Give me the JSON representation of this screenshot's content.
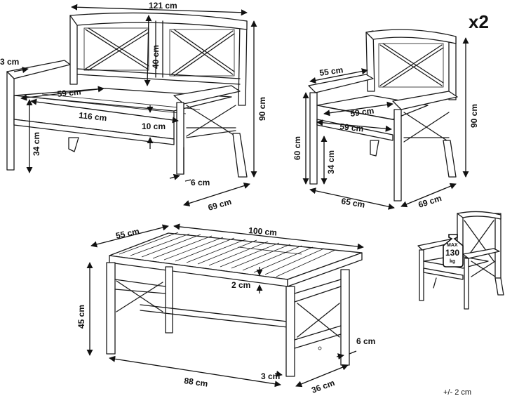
{
  "quantity": "x2",
  "tolerance": "+/- 2 cm",
  "badge": {
    "max": "MAX",
    "value": "130",
    "unit": "kg"
  },
  "bench": {
    "width": "121 cm",
    "back_height": "40 cm",
    "arm_offset": "3 cm",
    "seat_depth": "59 cm",
    "seat_width": "116 cm",
    "seat_gap": "10 cm",
    "seat_height": "34 cm",
    "total_height": "90 cm",
    "leg": "6 cm",
    "depth": "69 cm"
  },
  "chair": {
    "back_width": "55 cm",
    "seat_depth": "59 cm",
    "seat_width": "59 cm",
    "arm_height": "60 cm",
    "seat_height": "34 cm",
    "total_height": "90 cm",
    "width": "65 cm",
    "depth": "69 cm"
  },
  "table": {
    "depth": "55 cm",
    "length": "100 cm",
    "top_thickness": "2 cm",
    "height": "45 cm",
    "frame_length": "88 cm",
    "leg_inset": "3 cm",
    "frame_depth": "36 cm",
    "leg": "6 cm"
  }
}
